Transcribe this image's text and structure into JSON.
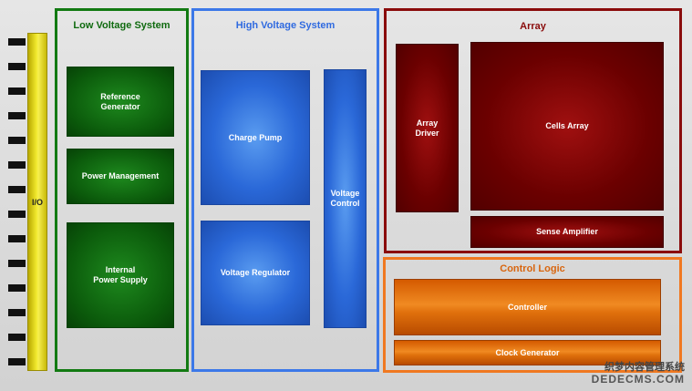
{
  "io": {
    "label": "I/O"
  },
  "low_voltage": {
    "title": "Low Voltage System",
    "blocks": [
      "Reference\nGenerator",
      "Power Management",
      "Internal\nPower Supply"
    ]
  },
  "high_voltage": {
    "title": "High Voltage System",
    "blocks": [
      "Charge Pump",
      "Voltage Regulator",
      "Voltage\nControl"
    ]
  },
  "array": {
    "title": "Array",
    "blocks": [
      "Array\nDriver",
      "Cells Array",
      "Sense Amplifier"
    ]
  },
  "control_logic": {
    "title": "Control Logic",
    "blocks": [
      "Controller",
      "Clock Generator"
    ]
  },
  "watermark": {
    "line1": "织梦内容管理系统",
    "line2": "DEDECMS.COM"
  },
  "colors": {
    "low_voltage_border": "#127a12",
    "high_voltage_border": "#3c78e8",
    "array_border": "#8a0c0c",
    "control_logic_border": "#f07820",
    "io_bar": "#e6dc1e"
  }
}
